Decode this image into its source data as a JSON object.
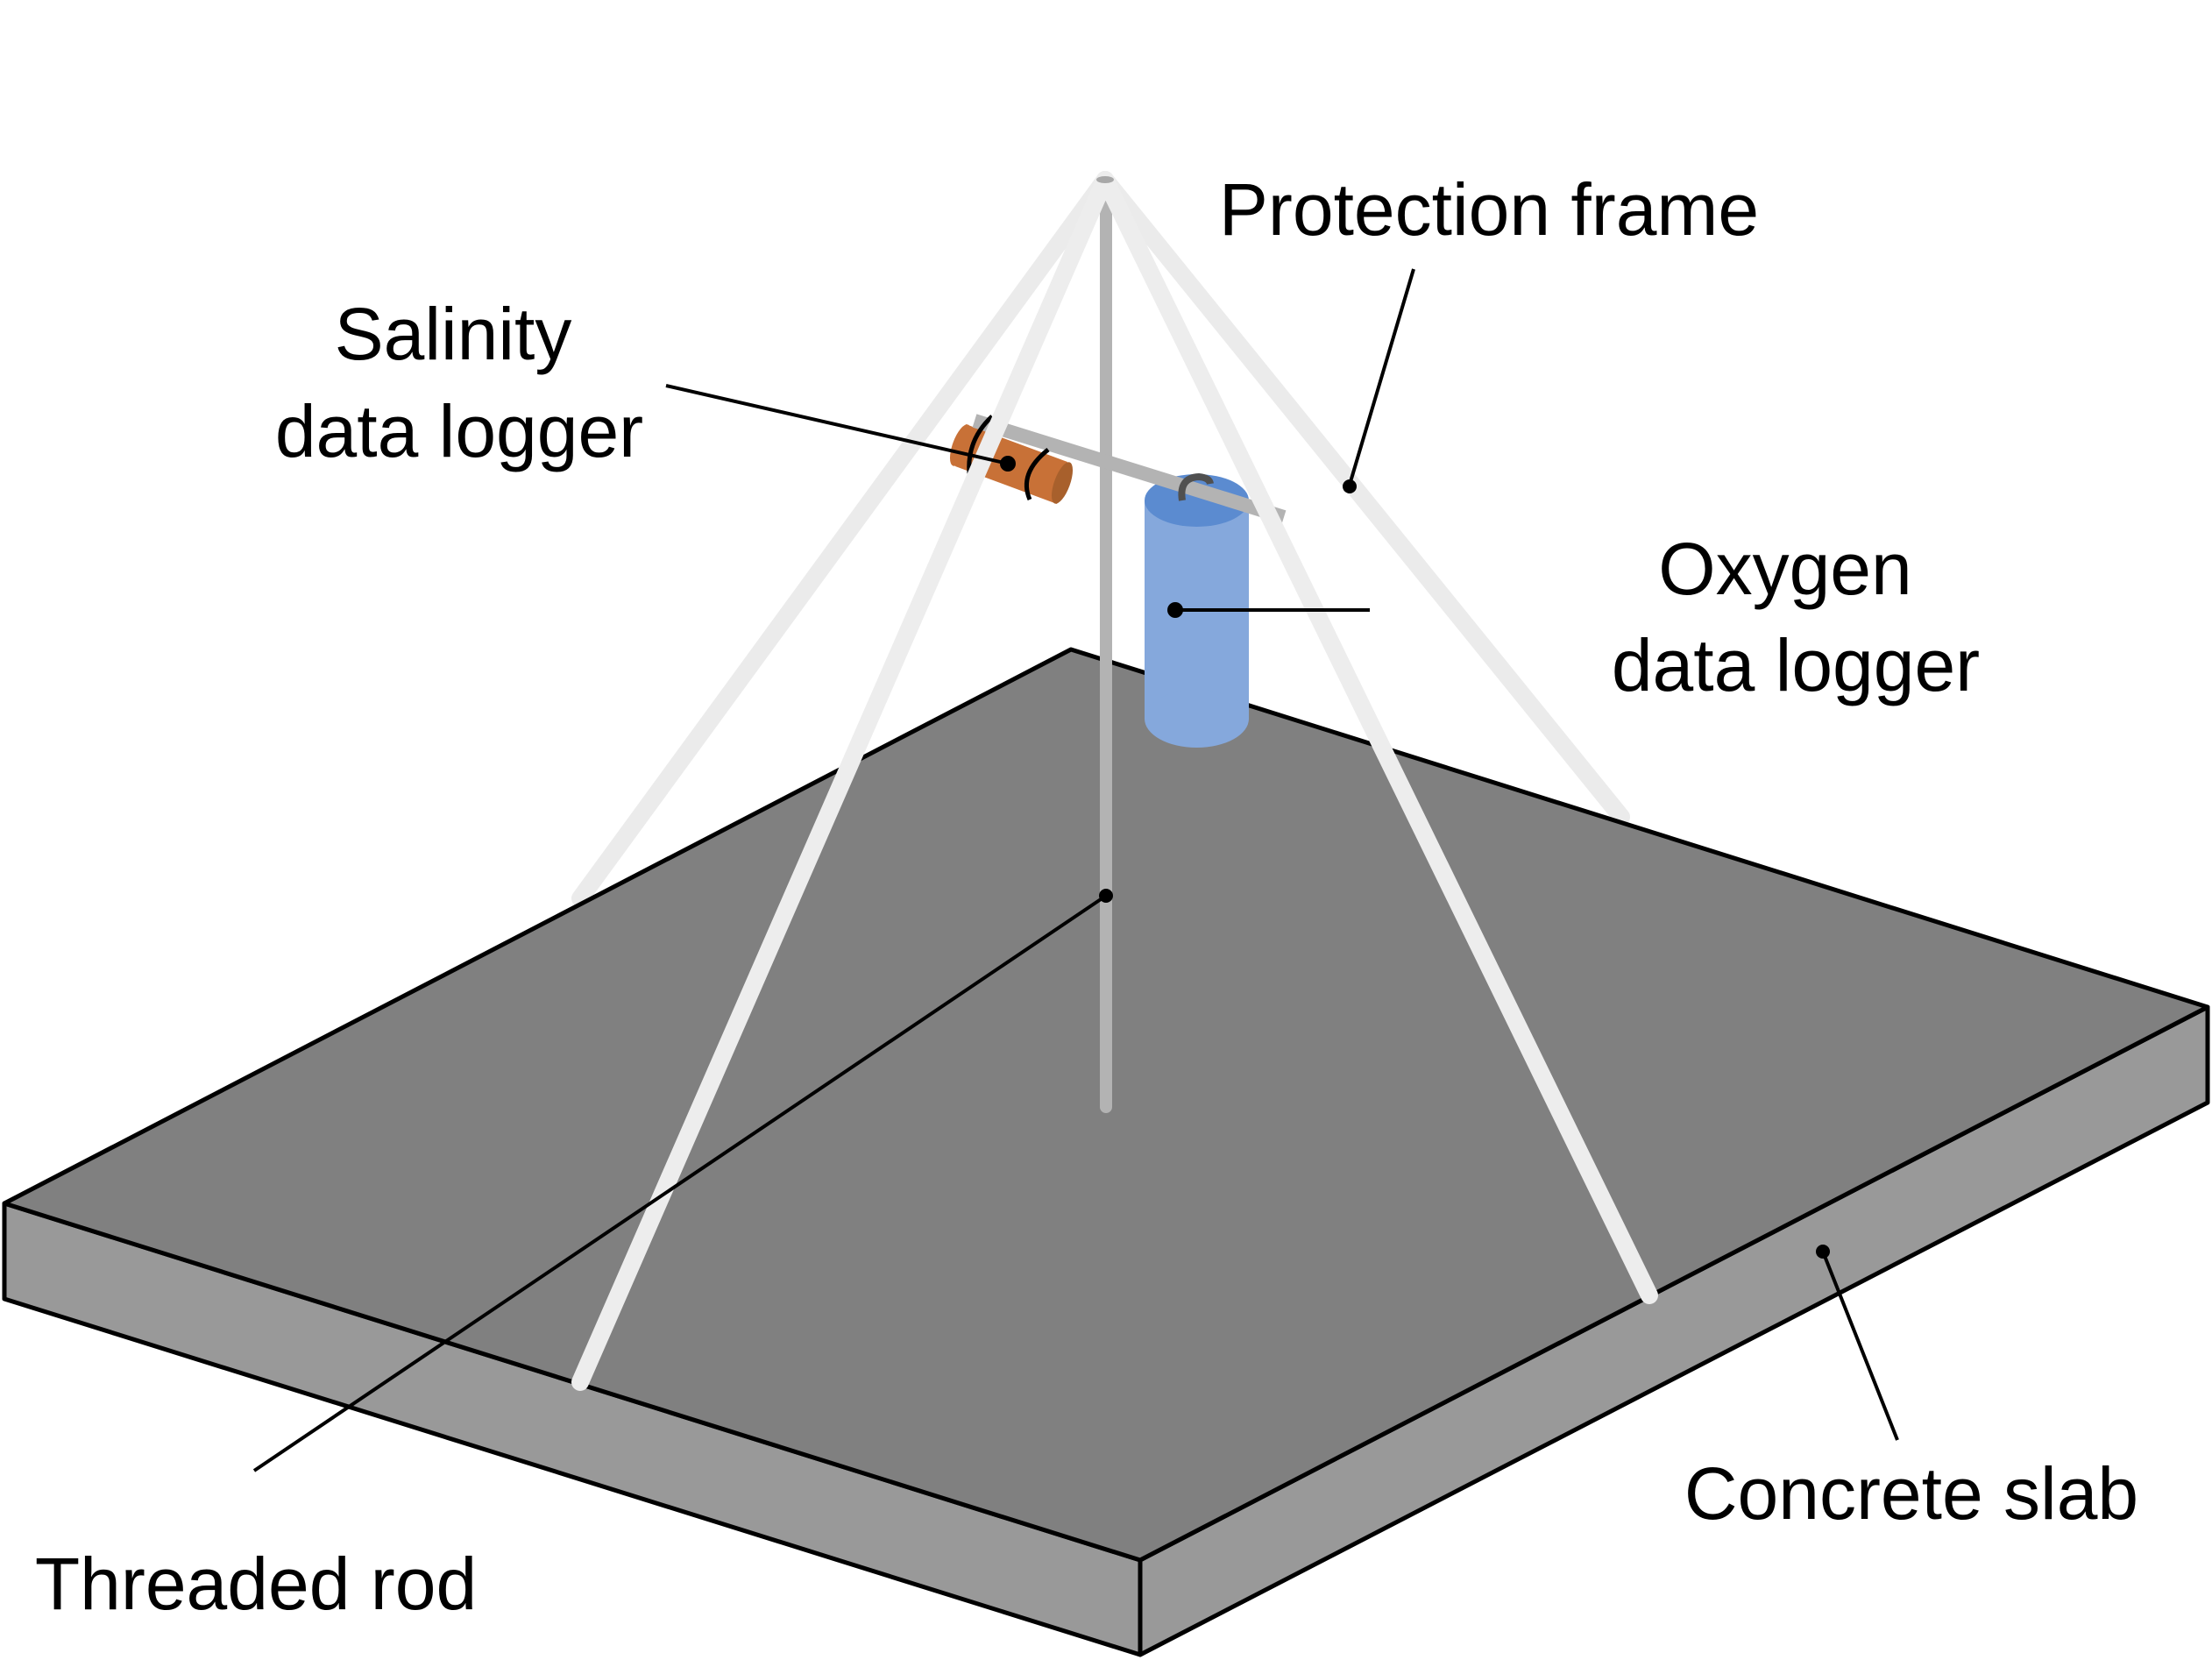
{
  "figure": {
    "type": "schematic illustration",
    "subject": "Monitoring station: data loggers mounted on a threaded rod within a protection frame on a concrete slab"
  },
  "labels": {
    "protection_frame": "Protection frame",
    "salinity_line1": "Salinity",
    "salinity_line2": "data logger",
    "oxygen_line1": "Oxygen",
    "oxygen_line2": "data logger",
    "threaded_rod": "Threaded rod",
    "concrete_slab": "Concrete slab"
  },
  "colors": {
    "slab_top": "#808080",
    "slab_side": "#999999",
    "outline": "#000000",
    "frame_back": "#ebebeb",
    "frame_front": "#ededed",
    "rod": "#b3b3b3",
    "crossbar": "#b3b3b3",
    "salinity_logger": "#c87137",
    "salinity_logger_end": "#a8602c",
    "oxygen_logger_body": "#85a8dc",
    "oxygen_logger_top": "#5b8bd0",
    "hook": "#505050",
    "background": "#ffffff"
  }
}
